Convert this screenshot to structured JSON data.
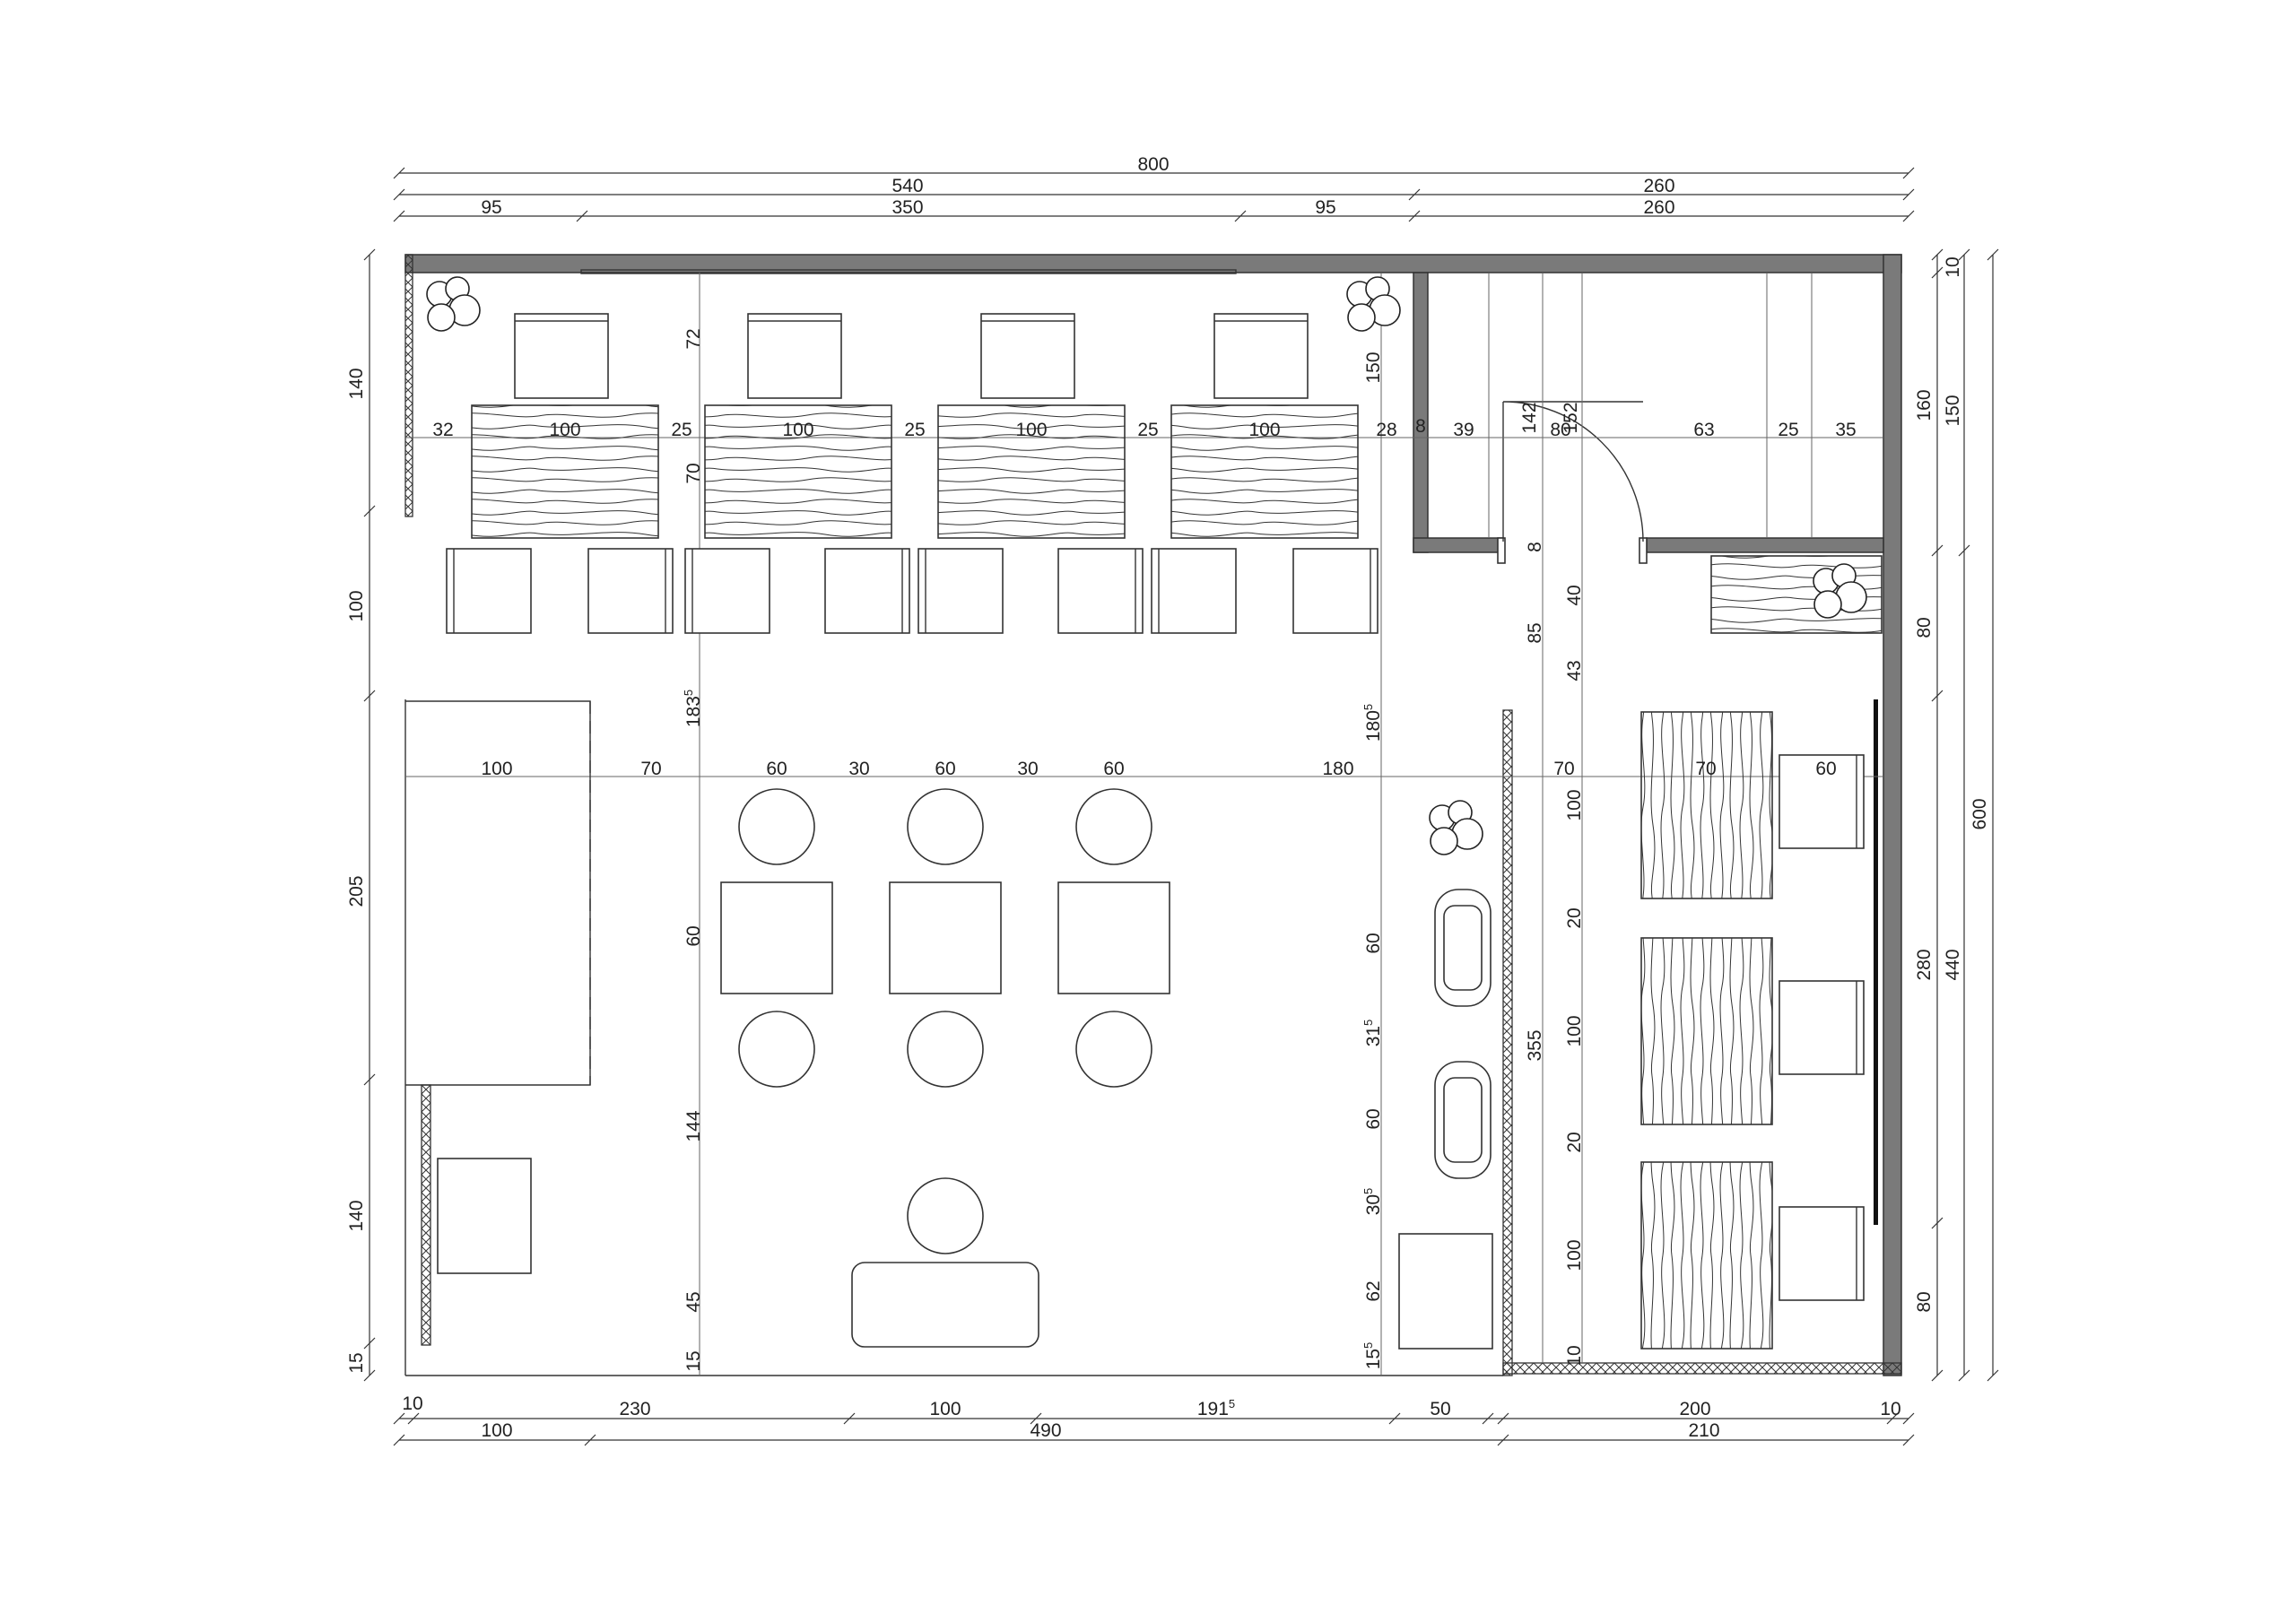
{
  "dimensions": {
    "top_total": "800",
    "top_540": "540",
    "top_260a": "260",
    "top_95a": "95",
    "top_350": "350",
    "top_95b": "95",
    "top_260b": "260",
    "row_h": [
      "32",
      "100",
      "25",
      "100",
      "25",
      "100",
      "25",
      "100",
      "28",
      "8",
      "39",
      "80",
      "63",
      "25",
      "35"
    ],
    "door_142": "142",
    "door_152": "152",
    "row_mid": [
      "100",
      "70",
      "60",
      "30",
      "60",
      "30",
      "60",
      "180",
      "70",
      "70",
      "60"
    ],
    "left_v": [
      "140",
      "100",
      "205",
      "140",
      "15"
    ],
    "v_72": "72",
    "v_70": "70",
    "v_183": "183",
    "v_183_sup": "5",
    "v_60a": "60",
    "v_144": "144",
    "v_45": "45",
    "v_15a": "15",
    "v_150": "150",
    "v_180": "180",
    "v_180_sup": "5",
    "v_60b": "60",
    "v_31": "31",
    "v_31_sup": "5",
    "v_60c": "60",
    "v_30": "30",
    "v_30_sup": "5",
    "v_62": "62",
    "v_15b": "15",
    "v_15b_sup": "5",
    "v_8": "8",
    "v_85": "85",
    "v_355": "355",
    "v_right_inner": [
      "40",
      "43",
      "100",
      "20",
      "100",
      "20",
      "100",
      "10"
    ],
    "right_v1": [
      "10",
      "160",
      "80",
      "280",
      "80"
    ],
    "right_v2": [
      "150",
      "440"
    ],
    "right_total": "600",
    "bottom_row1": [
      "10",
      "230",
      "100",
      "191",
      "50",
      "200",
      "10"
    ],
    "bottom_191_sup": "5",
    "bottom_row2": [
      "100",
      "490",
      "210"
    ]
  }
}
